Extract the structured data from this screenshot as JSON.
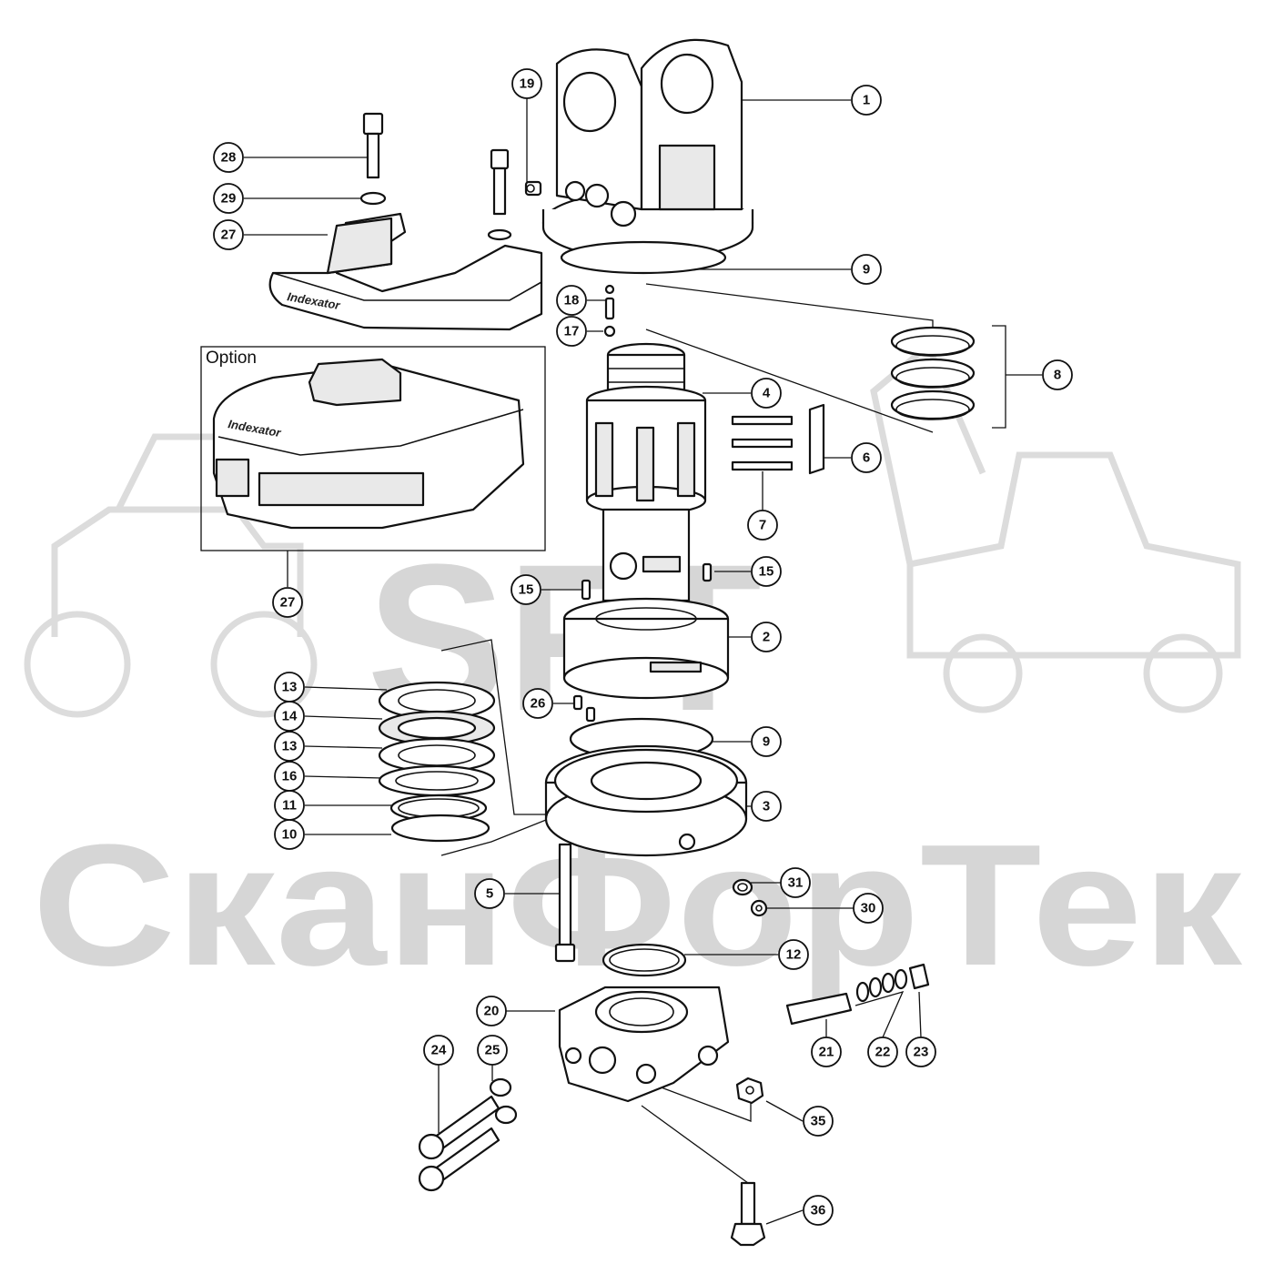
{
  "diagram": {
    "option_label": "Option",
    "brand_text": "Indexator",
    "watermark_top": "SFT",
    "watermark_bottom": "СканФорТек",
    "callouts": [
      {
        "id": "c1",
        "label": "1"
      },
      {
        "id": "c9a",
        "label": "9"
      },
      {
        "id": "c8",
        "label": "8"
      },
      {
        "id": "c4",
        "label": "4"
      },
      {
        "id": "c6",
        "label": "6"
      },
      {
        "id": "c7",
        "label": "7"
      },
      {
        "id": "c15a",
        "label": "15"
      },
      {
        "id": "c15b",
        "label": "15"
      },
      {
        "id": "c2",
        "label": "2"
      },
      {
        "id": "c9b",
        "label": "9"
      },
      {
        "id": "c3",
        "label": "3"
      },
      {
        "id": "c26",
        "label": "26"
      },
      {
        "id": "c19",
        "label": "19"
      },
      {
        "id": "c28",
        "label": "28"
      },
      {
        "id": "c29",
        "label": "29"
      },
      {
        "id": "c27a",
        "label": "27"
      },
      {
        "id": "c27b",
        "label": "27"
      },
      {
        "id": "c18",
        "label": "18"
      },
      {
        "id": "c17",
        "label": "17"
      },
      {
        "id": "c13a",
        "label": "13"
      },
      {
        "id": "c14",
        "label": "14"
      },
      {
        "id": "c13b",
        "label": "13"
      },
      {
        "id": "c16",
        "label": "16"
      },
      {
        "id": "c11",
        "label": "11"
      },
      {
        "id": "c10",
        "label": "10"
      },
      {
        "id": "c5",
        "label": "5"
      },
      {
        "id": "c31",
        "label": "31"
      },
      {
        "id": "c30",
        "label": "30"
      },
      {
        "id": "c12",
        "label": "12"
      },
      {
        "id": "c20",
        "label": "20"
      },
      {
        "id": "c21",
        "label": "21"
      },
      {
        "id": "c22",
        "label": "22"
      },
      {
        "id": "c23",
        "label": "23"
      },
      {
        "id": "c24",
        "label": "24"
      },
      {
        "id": "c25",
        "label": "25"
      },
      {
        "id": "c35",
        "label": "35"
      },
      {
        "id": "c36",
        "label": "36"
      }
    ]
  }
}
